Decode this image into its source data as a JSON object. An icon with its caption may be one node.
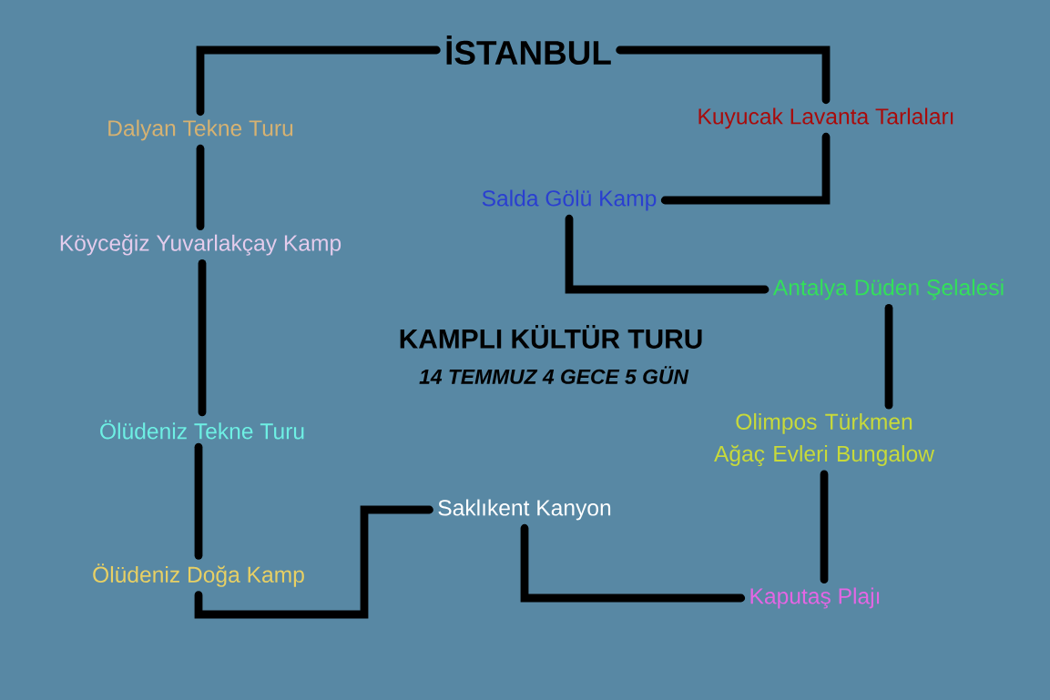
{
  "diagram": {
    "title": "KAMPLI KÜLTÜR TURU",
    "nodes": [
      {
        "text": [
          "İSTANBUL"
        ]
      },
      {
        "text": [
          "Kuyucak Lavanta Tarlaları"
        ]
      },
      {
        "text": [
          "Salda Gölü Kamp"
        ]
      },
      {
        "text": [
          "Antalya Düden Şelalesi"
        ]
      },
      {
        "text": [
          "Olimpos Türkmen Ağaç Evleri Bungalow"
        ]
      },
      {
        "text": [
          "Kaputaş Plajı"
        ]
      },
      {
        "text": [
          "Saklıkent Kanyon"
        ]
      },
      {
        "text": [
          "Ölüdeniz Doğa Kamp"
        ]
      },
      {
        "text": [
          "Ölüdeniz Tekne Turu"
        ]
      },
      {
        "text": [
          "Köyceğiz Yuvarlakçay Kamp"
        ]
      },
      {
        "text": [
          "Dalyan Tekne Turu"
        ]
      }
    ],
    "edges": [
      {
        "from": 0,
        "to": 1,
        "arrow": "none"
      },
      {
        "from": 1,
        "to": 2,
        "arrow": "none"
      },
      {
        "from": 2,
        "to": 3,
        "arrow": "none"
      },
      {
        "from": 3,
        "to": 4,
        "arrow": "none"
      },
      {
        "from": 4,
        "to": 5,
        "arrow": "none"
      },
      {
        "from": 5,
        "to": 6,
        "arrow": "none"
      },
      {
        "from": 6,
        "to": 7,
        "arrow": "none"
      },
      {
        "from": 7,
        "to": 8,
        "arrow": "none"
      },
      {
        "from": 8,
        "to": 9,
        "arrow": "none"
      },
      {
        "from": 9,
        "to": 10,
        "arrow": "none"
      },
      {
        "from": 10,
        "to": 0,
        "arrow": "none"
      }
    ],
    "labels": [
      "14 TEMMUZ 4 GECE 5 GÜN"
    ]
  }
}
